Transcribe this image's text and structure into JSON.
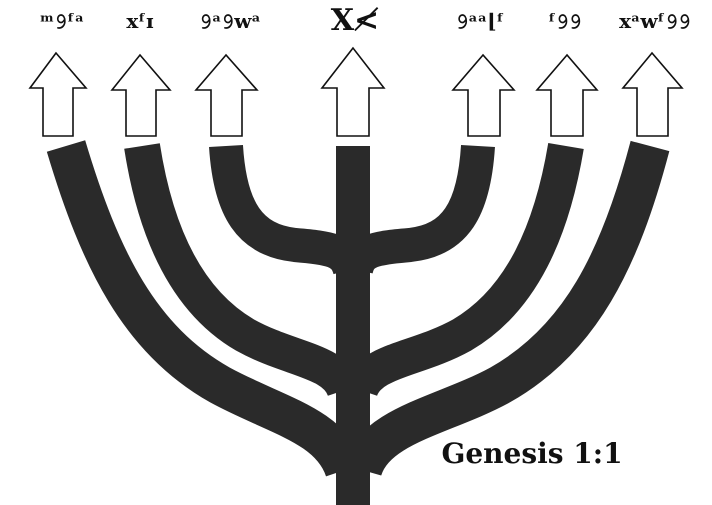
{
  "words": [
    {
      "id": "word-1",
      "text": "ᵐ𝟿ᶠᵃ"
    },
    {
      "id": "word-2",
      "text": "xᶠɪ"
    },
    {
      "id": "word-3",
      "text": "𝟿ᵃ𝟿wᵃ"
    },
    {
      "id": "word-center",
      "text": "X≮"
    },
    {
      "id": "word-5",
      "text": "𝟿ᵃᵃ⌊ᶠ"
    },
    {
      "id": "word-6",
      "text": "ᶠ𝟿𝟿"
    },
    {
      "id": "word-7",
      "text": "xᵃwᶠ𝟿𝟿"
    }
  ],
  "caption": "Genesis 1:1",
  "colors": {
    "menorah": "#2a2a2a",
    "arrow_fill": "#ffffff",
    "arrow_stroke": "#111111",
    "background": "#ffffff"
  }
}
